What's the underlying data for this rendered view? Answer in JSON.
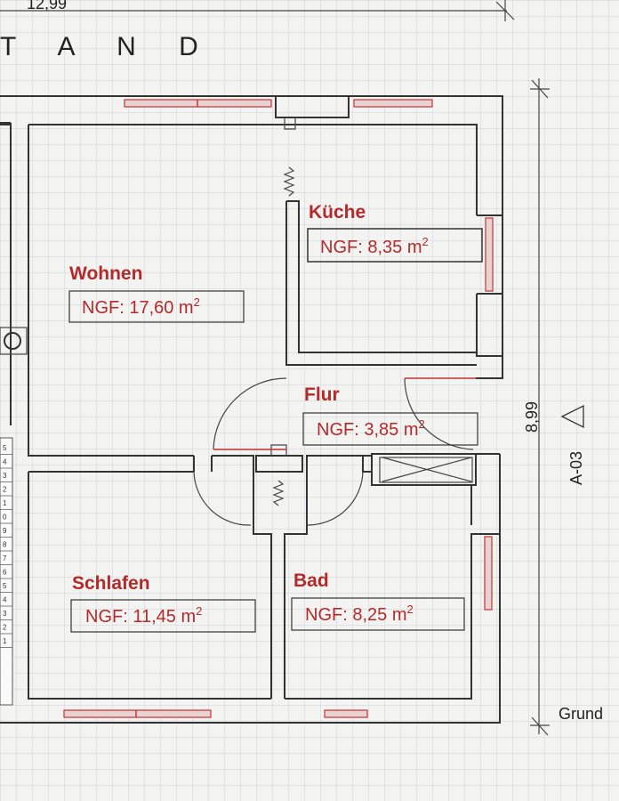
{
  "header": {
    "dimension_top": "12,99",
    "title_fragment": "T A N D"
  },
  "dimension_right": {
    "value": "8,99",
    "section_marker": "A-03",
    "symbol": "triangle-icon"
  },
  "legend_bottom_right": "Grund",
  "rooms": [
    {
      "name": "Küche",
      "area_prefix": "NGF: 8,35 m",
      "area_sup": "2"
    },
    {
      "name": "Wohnen",
      "area_prefix": "NGF: 17,60 m",
      "area_sup": "2"
    },
    {
      "name": "Flur",
      "area_prefix": "NGF: 3,85 m",
      "area_sup": "2"
    },
    {
      "name": "Schlafen",
      "area_prefix": "NGF: 11,45 m",
      "area_sup": "2"
    },
    {
      "name": "Bad",
      "area_prefix": "NGF: 8,25 m",
      "area_sup": "2"
    }
  ],
  "stair_numbers": [
    "5",
    "4",
    "3",
    "2",
    "1",
    "0",
    "9",
    "8",
    "7",
    "6",
    "5",
    "4",
    "3",
    "2",
    "1"
  ],
  "colors": {
    "grid": "#c9ccd4",
    "walls": "#333333",
    "labels": "#b32a2a",
    "background": "#f3f3f1"
  }
}
